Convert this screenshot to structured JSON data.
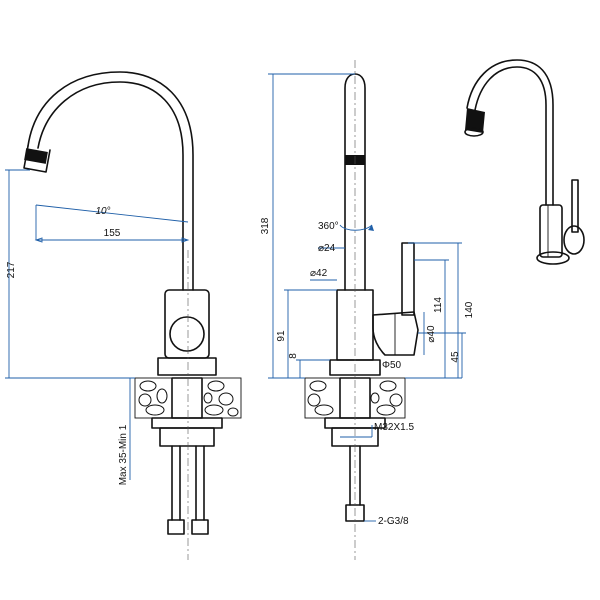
{
  "colors": {
    "line": "#111111",
    "dimension": "#1f5fa8",
    "background": "#ffffff"
  },
  "front_view": {
    "height": "217",
    "reach": "155",
    "angle": "10°",
    "mount": "Max 35-Min 1"
  },
  "side_view": {
    "total_height": "318",
    "rotation": "360°",
    "spout_dia": "⌀24",
    "body_dia": "⌀42",
    "base_dia": "Φ50",
    "lever_dia": "⌀40",
    "base_to_body": "91",
    "flange": "8",
    "lever_top": "114",
    "lever_total": "140",
    "lever_base": "45",
    "thread": "M32X1.5",
    "hose": "2-G3/8"
  }
}
